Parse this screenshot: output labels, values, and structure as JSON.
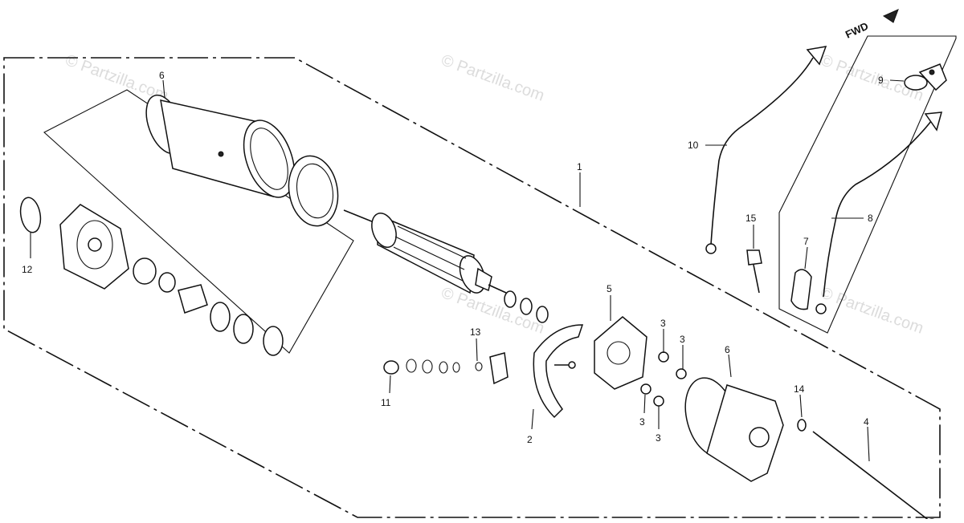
{
  "watermarks": [
    "© Partzilla.com",
    "© Partzilla.com",
    "© Partzilla.com",
    "© Partzilla.com",
    "© Partzilla.com"
  ],
  "direction_indicator": "FWD",
  "callouts": [
    {
      "id": "callout-1",
      "text": "1"
    },
    {
      "id": "callout-2",
      "text": "2"
    },
    {
      "id": "callout-3a",
      "text": "3"
    },
    {
      "id": "callout-3b",
      "text": "3"
    },
    {
      "id": "callout-3c",
      "text": "3"
    },
    {
      "id": "callout-3d",
      "text": "3"
    },
    {
      "id": "callout-4",
      "text": "4"
    },
    {
      "id": "callout-5",
      "text": "5"
    },
    {
      "id": "callout-6a",
      "text": "6"
    },
    {
      "id": "callout-6b",
      "text": "6"
    },
    {
      "id": "callout-7",
      "text": "7"
    },
    {
      "id": "callout-8",
      "text": "8"
    },
    {
      "id": "callout-9",
      "text": "9"
    },
    {
      "id": "callout-10",
      "text": "10"
    },
    {
      "id": "callout-11",
      "text": "11"
    },
    {
      "id": "callout-12",
      "text": "12"
    },
    {
      "id": "callout-13",
      "text": "13"
    },
    {
      "id": "callout-14",
      "text": "14"
    },
    {
      "id": "callout-15",
      "text": "15"
    }
  ]
}
